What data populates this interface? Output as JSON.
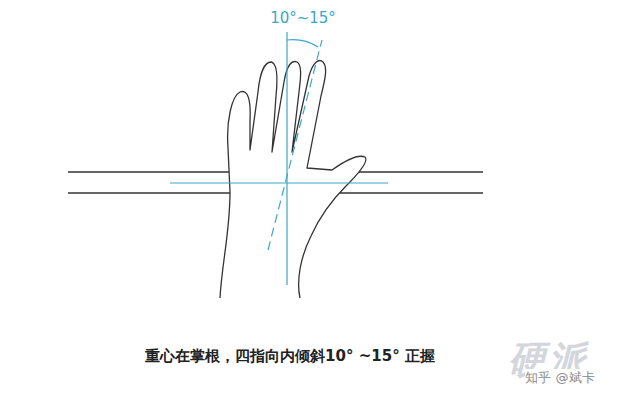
{
  "diagram": {
    "caption": "重心在掌根，四指向内倾斜10° ~15° 正握",
    "labels": [
      "10°~15°",
      "知乎 @斌卡",
      "硬派"
    ]
  }
}
